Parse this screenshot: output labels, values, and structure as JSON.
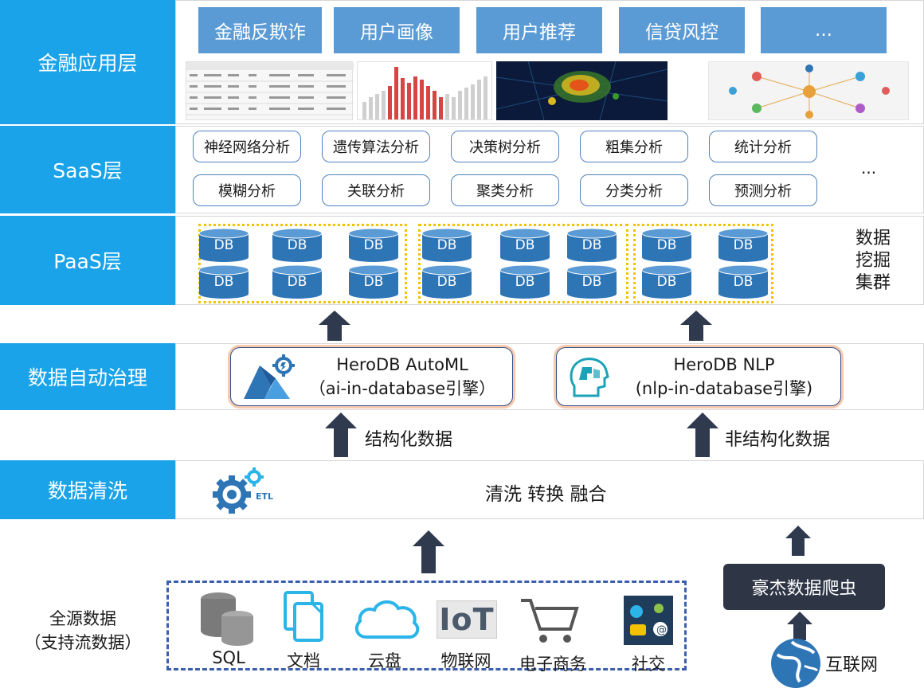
{
  "layers": {
    "finance": "金融应用层",
    "saas": "SaaS层",
    "paas": "PaaS层",
    "governance": "数据自动治理",
    "cleaning": "数据清洗",
    "sources_line1": "全源数据",
    "sources_line2": "（支持流数据）"
  },
  "finance_apps": [
    "金融反欺诈",
    "用户画像",
    "用户推荐",
    "信贷风控",
    "..."
  ],
  "saas_row1": [
    "神经网络分析",
    "遗传算法分析",
    "决策树分析",
    "粗集分析",
    "统计分析"
  ],
  "saas_row2": [
    "模糊分析",
    "关联分析",
    "聚类分析",
    "分类分析",
    "预测分析"
  ],
  "saas_more": "...",
  "db_label": "DB",
  "cluster_label": [
    "数据",
    "挖掘",
    "集群"
  ],
  "engines": {
    "automl_title": "HeroDB AutoML",
    "automl_sub": "（ai-in-database引擎）",
    "nlp_title": "HeroDB NLP",
    "nlp_sub": "(nlp-in-database引擎)"
  },
  "flow": {
    "structured": "结构化数据",
    "unstructured": "非结构化数据",
    "cleaning_ops": "清洗 转换 融合",
    "etl": "ETL",
    "crawler": "豪杰数据爬虫",
    "internet": "互联网"
  },
  "sources": [
    "SQL",
    "文档",
    "云盘",
    "物联网",
    "电子商务",
    "社交"
  ],
  "iot_text": "IoT",
  "colors": {
    "layer_blue": "#1aa3e8",
    "app_blue": "#5b9bd5",
    "db_blue": "#2e75b6",
    "arrow": "#2f3a4f",
    "dotted": "#f2c200"
  }
}
